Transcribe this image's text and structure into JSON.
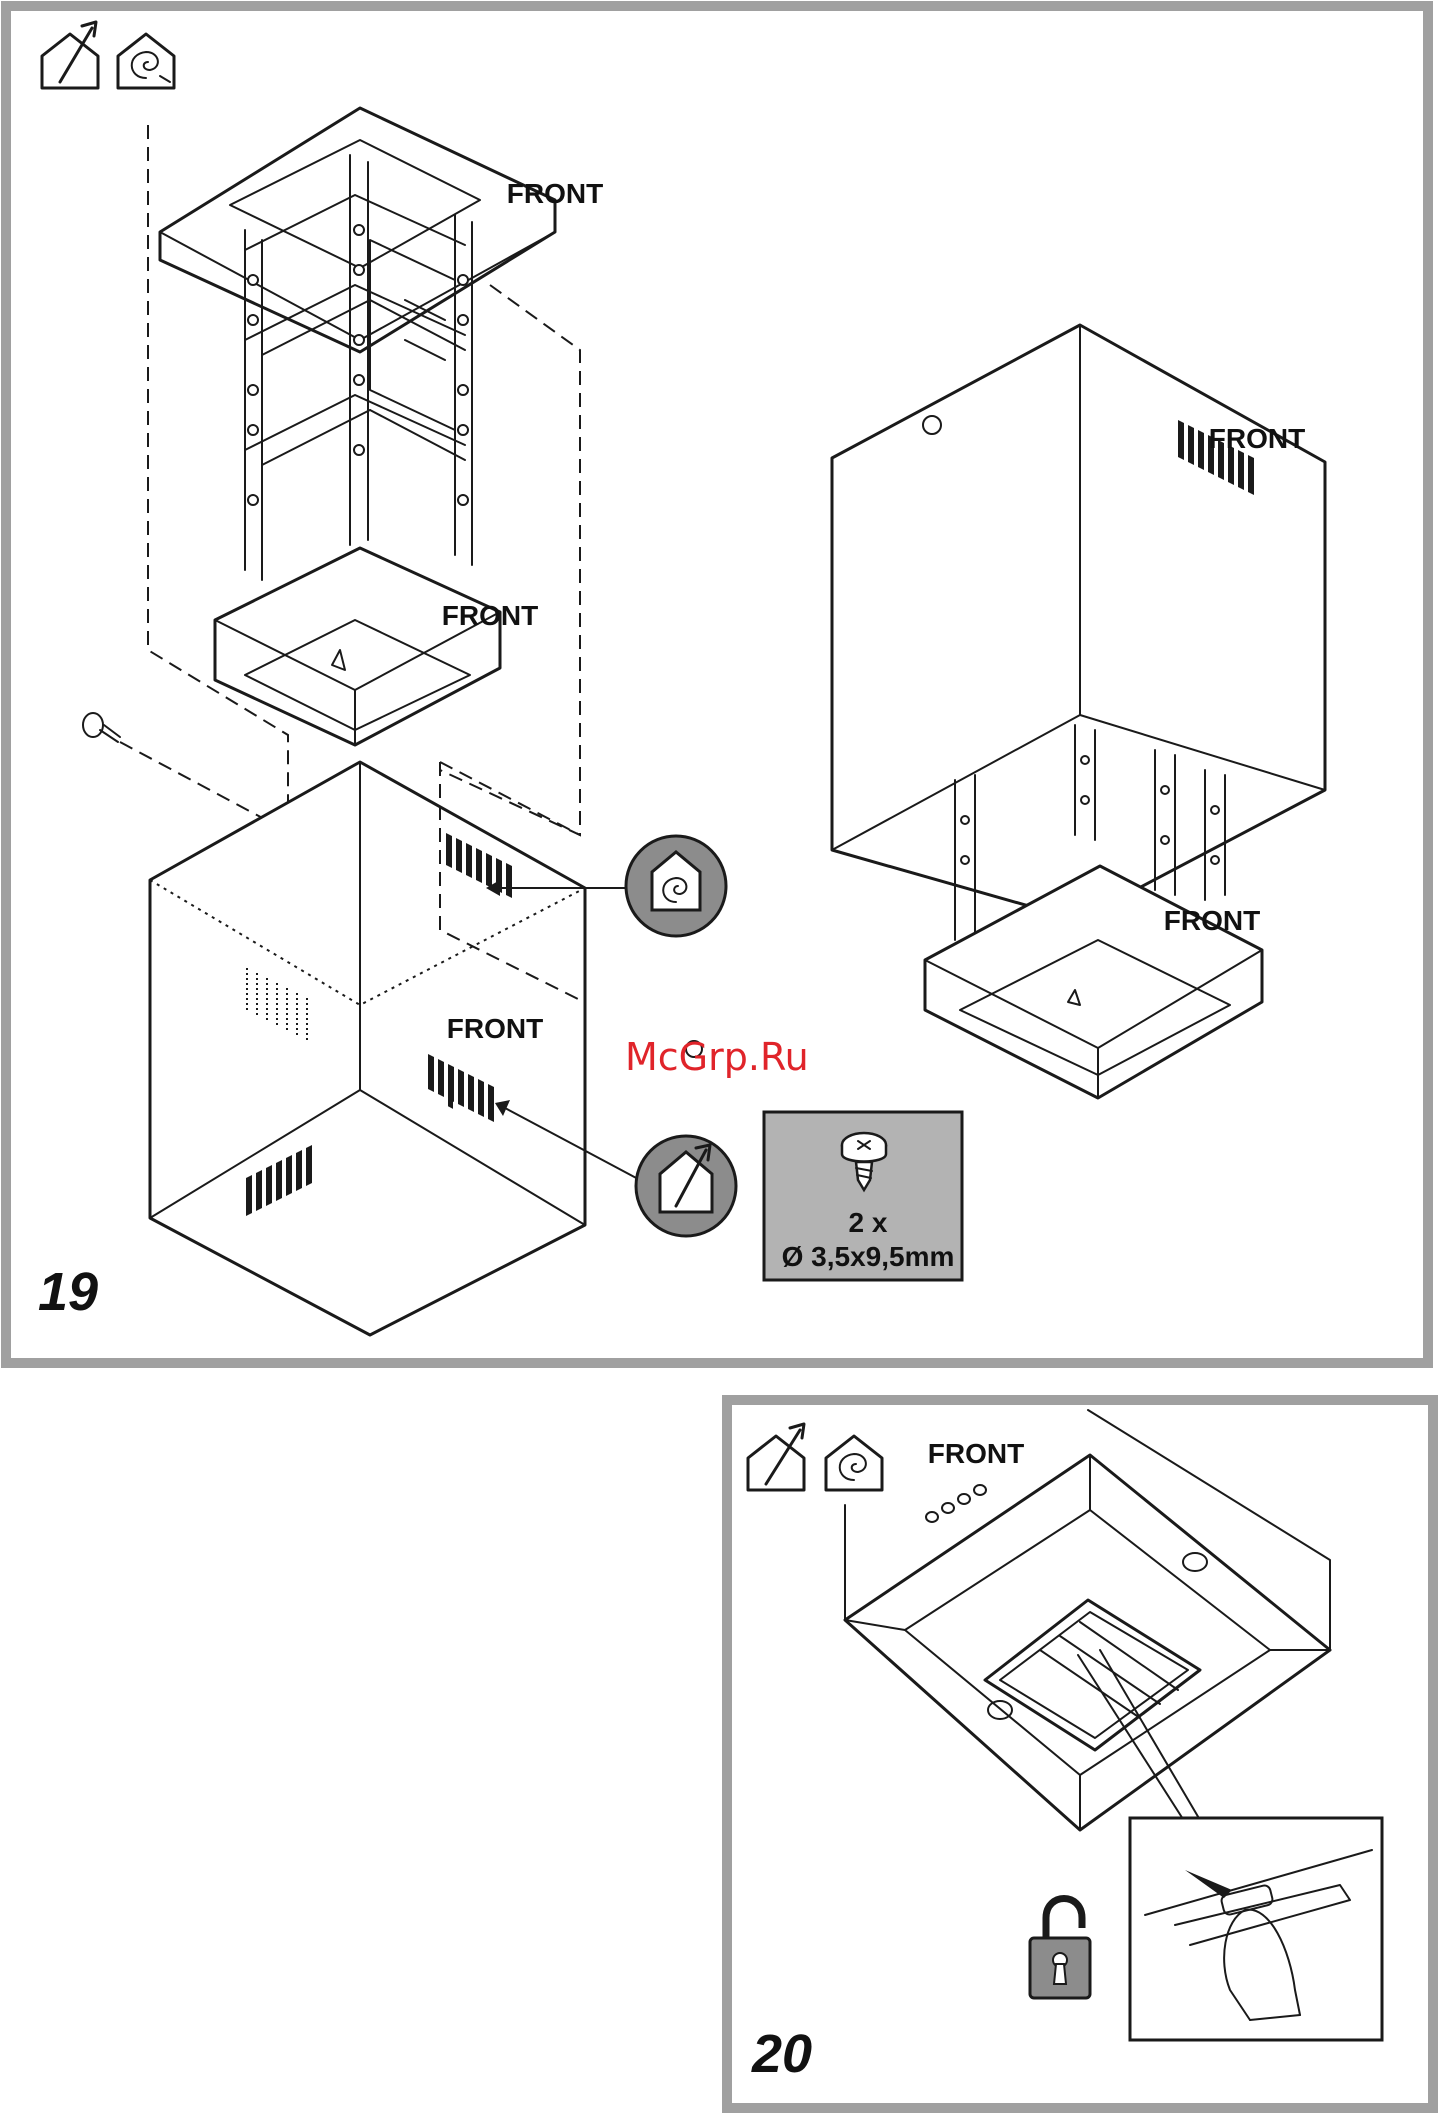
{
  "panel19": {
    "figure_number": "19",
    "front_labels": [
      "FRONT",
      "FRONT",
      "FRONT",
      "FRONT",
      "FRONT"
    ],
    "screw_spec": {
      "quantity": "2 x",
      "size": "Ø 3,5x9,5mm"
    },
    "mode_icons": [
      "ducted-mode-icon",
      "recirculation-mode-icon"
    ]
  },
  "panel20": {
    "figure_number": "20",
    "front_label": "FRONT",
    "mode_icons": [
      "ducted-mode-icon",
      "recirculation-mode-icon"
    ],
    "action_icon": "unlock-padlock-icon"
  },
  "watermark": "McGrp.Ru",
  "colors": {
    "frame": "#a0a0a0",
    "ink": "#1a1a1a",
    "badge": "#8c8c8c",
    "watermark": "#e0242a"
  }
}
